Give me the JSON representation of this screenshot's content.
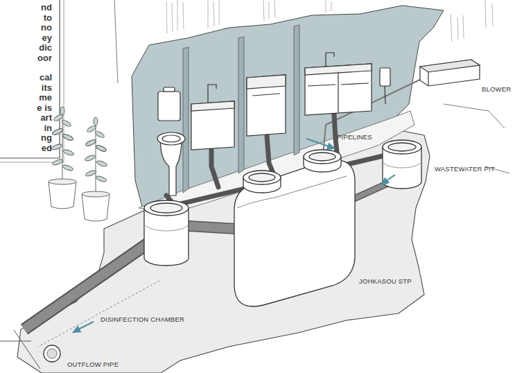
{
  "diagram": {
    "labels": [
      "nd",
      "to",
      "no",
      "ey",
      "dic",
      "oor",
      "cal",
      "its",
      "me",
      "e is",
      "art",
      "in",
      "ng",
      "ed",
      "BLOWER",
      "PIPELINES",
      "WASTEWATER PIT",
      "JOHKASOU STP",
      "DISINFECTION CHAMBER",
      "OUTFLOW PIPE"
    ]
  }
}
